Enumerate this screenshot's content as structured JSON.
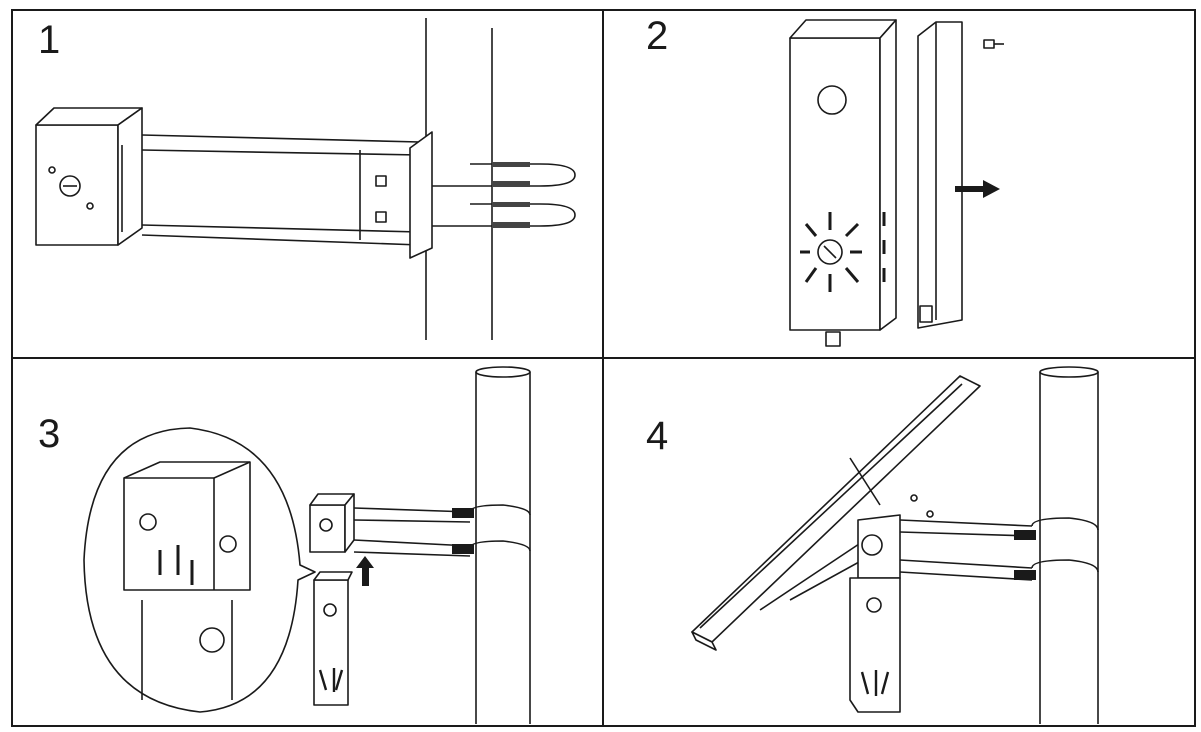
{
  "steps": [
    {
      "number": "1"
    },
    {
      "number": "2"
    },
    {
      "number": "3"
    },
    {
      "number": "4"
    }
  ],
  "colors": {
    "ink": "#1a1a1a",
    "paper": "#ffffff",
    "shade": "#444444"
  }
}
